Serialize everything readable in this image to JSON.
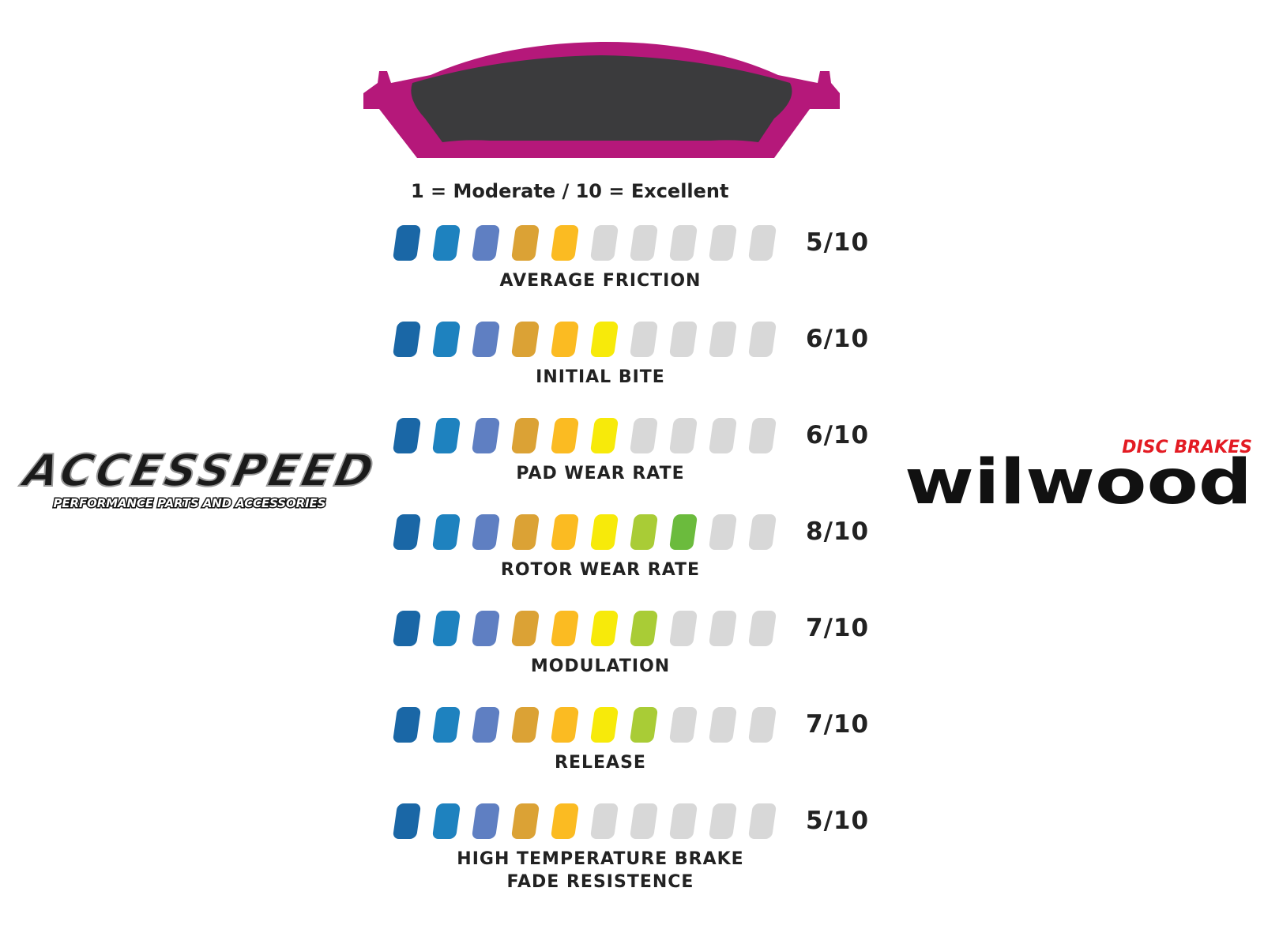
{
  "scale_note": "1 = Moderate / 10 = Excellent",
  "logos": {
    "left": {
      "name": "ACCESSPEED",
      "tagline": "PERFORMANCE PARTS AND ACCESSORIES"
    },
    "right": {
      "name": "wilwood",
      "tagline": "DISC BRAKES"
    }
  },
  "colors": {
    "segments": [
      "#1a67a6",
      "#1e82bf",
      "#5f7fc2",
      "#dba235",
      "#fbbb22",
      "#f7ea0a",
      "#a9cc36",
      "#6bbb3d",
      "#d8d8d8",
      "#d8d8d8"
    ],
    "empty": "#d8d8d8",
    "pad_frame": "#b5187a",
    "pad_surface": "#3b3b3d",
    "brand_red": "#e31b23"
  },
  "chart_data": {
    "type": "bar",
    "title": "1 = Moderate / 10 = Excellent",
    "max": 10,
    "categories": [
      "AVERAGE FRICTION",
      "INITIAL BITE",
      "PAD WEAR RATE",
      "ROTOR WEAR RATE",
      "MODULATION",
      "RELEASE",
      "HIGH TEMPERATURE BRAKE FADE RESISTENCE"
    ],
    "label_lines": [
      [
        "AVERAGE FRICTION"
      ],
      [
        "INITIAL BITE"
      ],
      [
        "PAD WEAR RATE"
      ],
      [
        "ROTOR WEAR RATE"
      ],
      [
        "MODULATION"
      ],
      [
        "RELEASE"
      ],
      [
        "HIGH TEMPERATURE BRAKE",
        "FADE RESISTENCE"
      ]
    ],
    "values": [
      5,
      6,
      6,
      8,
      7,
      7,
      5
    ],
    "score_labels": [
      "5/10",
      "6/10",
      "6/10",
      "8/10",
      "7/10",
      "7/10",
      "5/10"
    ]
  }
}
